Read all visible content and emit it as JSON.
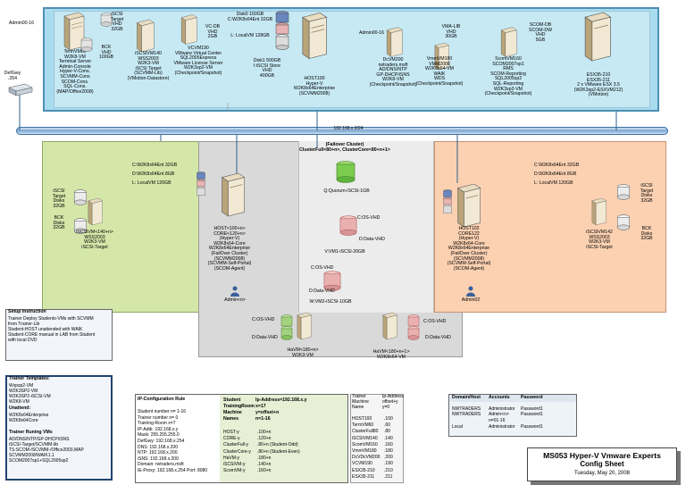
{
  "top": {
    "admin_left": "Admin00-16",
    "admin_right": "Admin00-16",
    "terminal_block": "TermVM60\nW2K8-VM\nTerminal Server\nAdmin-Console\nHyper-V-Cons.\nSCVMM-Cons\nSCOM-Cons.\nSQL-Cons.\n(MAP/Office2008)",
    "iscsi_target": "iSCSI\nTarget\nVHD\n32GB",
    "bck_vhd": "BCK\nVHD\n100GB",
    "iscsi_vm": "iSCSIVM140\nWSS2003\nW2K3-VM\niSCSI Target\n(SCVMM-Lib)\n(VMotion-Datastore)",
    "vc_vhd": "VC-DB\nVHD\n2GB",
    "vcvm": "VCVM190\nVMware Virtual Center\nSQL2005Express\nVMware License Server\nW2K3sp2-VM\n(Checkpoint/Snapshot)",
    "disk0": "Disk0 160GB\nC:W2K8x64Ent 32GB",
    "local_vm": "L: LocalVM 128GB",
    "disk1": "Disk1 500GB\nI:iSCSI Store\nVHD\n400GB",
    "host100": "HOST100\nHyper-V\nW2K8x64Enterprise\n(SCVMM2008)",
    "dcvm": "DcVM200\nrwtraders.msft\nAD/DNS/NTP\nGP-DHCP/iSNS\nW2K8-VM\n(Checkpoint/Snapshot)",
    "vmalib_vhd": "VMA-LIB\nVHD\n30GB",
    "vmmvm": "VmmVM180\nVMM2008\nW2K8x64-VM\nWAIK\nWDS\n(Checkpoint/Snapshot)",
    "scom_vhd": "SCOM-DB\nSCOM-DW\nVHD\n5GB",
    "scomvm": "ScomVM160\nSCOM2007sp1\nRMS\nSCOM-Reporting\nSQL2005sp2\nSQL-Reporting\nW2K3sp2-VM\n(Checkpoint/Snapshot)",
    "esx": "ESX35-210\nESX35-211\n2 x VMware ESX 3.5\n(W2K3sp2-ESXVM212)\n(VMotion)"
  },
  "defgw": "DefGwy\n.254",
  "network_label": "192.168.x.0/24",
  "left": {
    "disk_info": "C:W2K8x64Ent 32GB\nD:W2K8x64Ent 8GB\nL: LocalVM 120GB",
    "iscsi_target": "iSCSI\nTarget\nDisks\n32GB",
    "bck_disks": "BCK\nDisks\n32GB",
    "iscsi_vm": "iSCSIVM<140+n>\nWSS2003\nW2K3-VM\niSCSI-Target",
    "host": "HOST<100+n>\nCORE<120+n>\n(Hyper-V)\nW2K8x64-Core\nW2K8x64Enterprise\n(FailOver Cluster)\n(SCVMM2008)\n(SCVMM-Self-Portal)\n(SCOM-Agent)",
    "admin": "Admin<n>"
  },
  "cluster": {
    "title": "(Failover Cluster)\nClusterFull<80+n>, ClusterCore<80+n+1>",
    "quorum": "Q:Quorum-iSCSI-1GB",
    "vm1_c": "C:OS-VHD",
    "vm1_d": "D:Data-VHD",
    "vm1": "V:VM1-iSCSI-20GB",
    "vm2_c": "C:OS-VHD",
    "vm2_d": "D:Data-VHD",
    "vm2": "W:VM2-iSCSI-10GB"
  },
  "havm": {
    "a_c": "C:OS-VHD",
    "a_d": "D:Data-VHD",
    "a": "HaVM<180+n>\nW2K3-VM",
    "b_c": "C:OS-VHD",
    "b_d": "D:Data-VHD",
    "b": "HaVM<180+n+1>\nW2K8x64-VM"
  },
  "right": {
    "disk_info": "C:W2K8x64Ent 32GB\nD:W2K8x64Ent 8GB\nL: LocalVM 120GB",
    "iscsi_target": "iSCSI\nTarget\nDisks\n32GB",
    "bck_disks": "BCK\nDisks\n32GB",
    "host": "HOST102\nCORE122\n(Hyper-V)\nW2K8x64-Core\nW2K8x64Enterprise\n(FailOver Cluster)\n(SCVMM2008)\n(SCVMM-Self-Portal)\n(SCOM-Agent)",
    "iscsi_vm": "iSCSIVM142\nWSS2003\nW2K3-VM\niSCSI-Target",
    "admin": "Admin02"
  },
  "setup": {
    "title": "Setup Instruction",
    "body": "Trainer Deploy Students-VMs with SCVMM\nfrom Trainer-Lib\nStudent-HOST unattended with WAIK\nStudent-CORE manual in LAB from Student\nwith local DVD"
  },
  "trainer_templates": {
    "title": "Trainer Templates:",
    "body": "Wxpsp2-VM\nW2K3SP2-VM\nW2K3SP2-iSCSI-VM\nW2K8-VM",
    "unattend_title": "Unattend:",
    "unattend": "W2K8x64Enterprise\nW2K8x64Core",
    "running_title": "Trainer Runing VMs",
    "running": "AD/DNS/NTP/GP-DHCP/iSNS\niSCSI-Target/SCVMM-lib\nTS:SCOM-/SCVMM-/Office2003,MAP\nSCVMM2008/WAIK1.1\nSCOM2007sp1+SQL2005sp2"
  },
  "ip_rule": {
    "title": "IP-Configuration Rule",
    "left": "Student number n= 1-16\nTrainer number n= 0\nTraining-Room x=7\nIP-Addr. 192.168.x.y\nMask: 255.255.255.0\nDefGwy: 192.168.x.254\nDNS: 192.168.x.200\nNTP: 192.168.x.200\niSNS: 192.168.x.200\nDomain: rwtraders.msft\nIE-Proxy: 192.168.x.254 Port: 8080",
    "student_label": "Student",
    "student_val": "Ip-Address=192.168.x.y",
    "room_label": "TrainingRoom",
    "room_val": "x=17",
    "machine_label": "Machine",
    "machine_val": "y=offset+n",
    "names_label": "Names",
    "names_val": "n=1-16",
    "names_list": "HOST-y\nCORE-y\nClusterFull-y\nClusterCore-y\nHaVM-y\niSCSIVM-y\nScomVM-y",
    "offsets": ".100+n\n.120+n\n.80+n (Student-Odd)\n.80+n (Student-Even)\n.180+n\n.140+n\n.160+n"
  },
  "trainer_table": {
    "h1": "Trainer\nMachine\nName",
    "h2": "Ip-Address\noffset+y\ny=0",
    "names": "HOST100\nTermVM60\nClusterFull80\niSCSIVM140\nScomVM160\nVmmVM180\nDcVDcVM200\nVCVM190\nESX35-210\nESX35-211",
    "ips": ".100\n.60\n.80\n.140\n.160\n.180\n.200\n.190\n.210\n.211"
  },
  "accounts": {
    "headers": [
      "Domain/Host",
      "Accounts",
      "Password"
    ],
    "rows": [
      [
        "NWTRADERS",
        "Administrator",
        "Password1"
      ],
      [
        "NWTRADERS",
        "Admin<n>",
        "Password1"
      ],
      [
        "",
        "n=01-16",
        ""
      ],
      [
        "Local",
        "Administrator",
        "Password1"
      ]
    ]
  },
  "title": {
    "line1": "MS053 Hyper-V Vmware Experts",
    "line2": "Config Sheet",
    "date": "Tuesday, May 20, 2008"
  }
}
